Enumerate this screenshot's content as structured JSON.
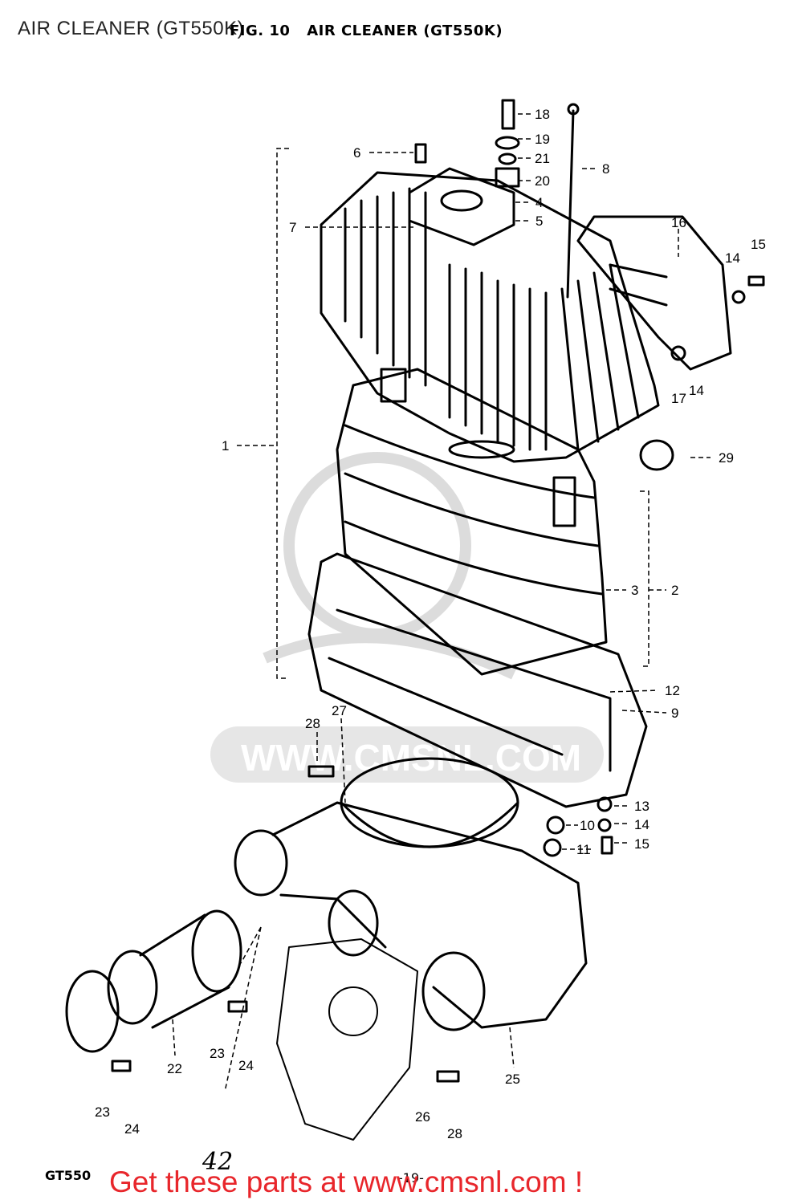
{
  "page": {
    "title": "AIR CLEANER (GT550K)",
    "figure_heading_fig": "FIG. 10",
    "figure_heading_text": "AIR CLEANER (GT550K)",
    "footer_model": "GT550",
    "footer_page_handwritten": "42",
    "footer_page_number": "-19-",
    "cta_text": "Get these parts at www.cmsnl.com !"
  },
  "watermark": {
    "text": "WWW.CMSNL.COM",
    "color": "#d8d8d8"
  },
  "callouts": {
    "c1": "1",
    "c2": "2",
    "c3": "3",
    "c4": "4",
    "c5": "5",
    "c6": "6",
    "c7": "7",
    "c8": "8",
    "c9": "9",
    "c10": "10",
    "c11": "11",
    "c12": "12",
    "c13": "13",
    "c14a": "14",
    "c14b": "14",
    "c14c": "14",
    "c15a": "15",
    "c15b": "15",
    "c16": "16",
    "c17": "17",
    "c18": "18",
    "c19": "19",
    "c20": "20",
    "c21": "21",
    "c22": "22",
    "c23a": "23",
    "c23b": "23",
    "c24a": "24",
    "c24b": "24",
    "c25": "25",
    "c26": "26",
    "c27": "27",
    "c28a": "28",
    "c28b": "28",
    "c29": "29"
  },
  "colors": {
    "line": "#000000",
    "cta": "#e8262b",
    "background": "#ffffff"
  }
}
